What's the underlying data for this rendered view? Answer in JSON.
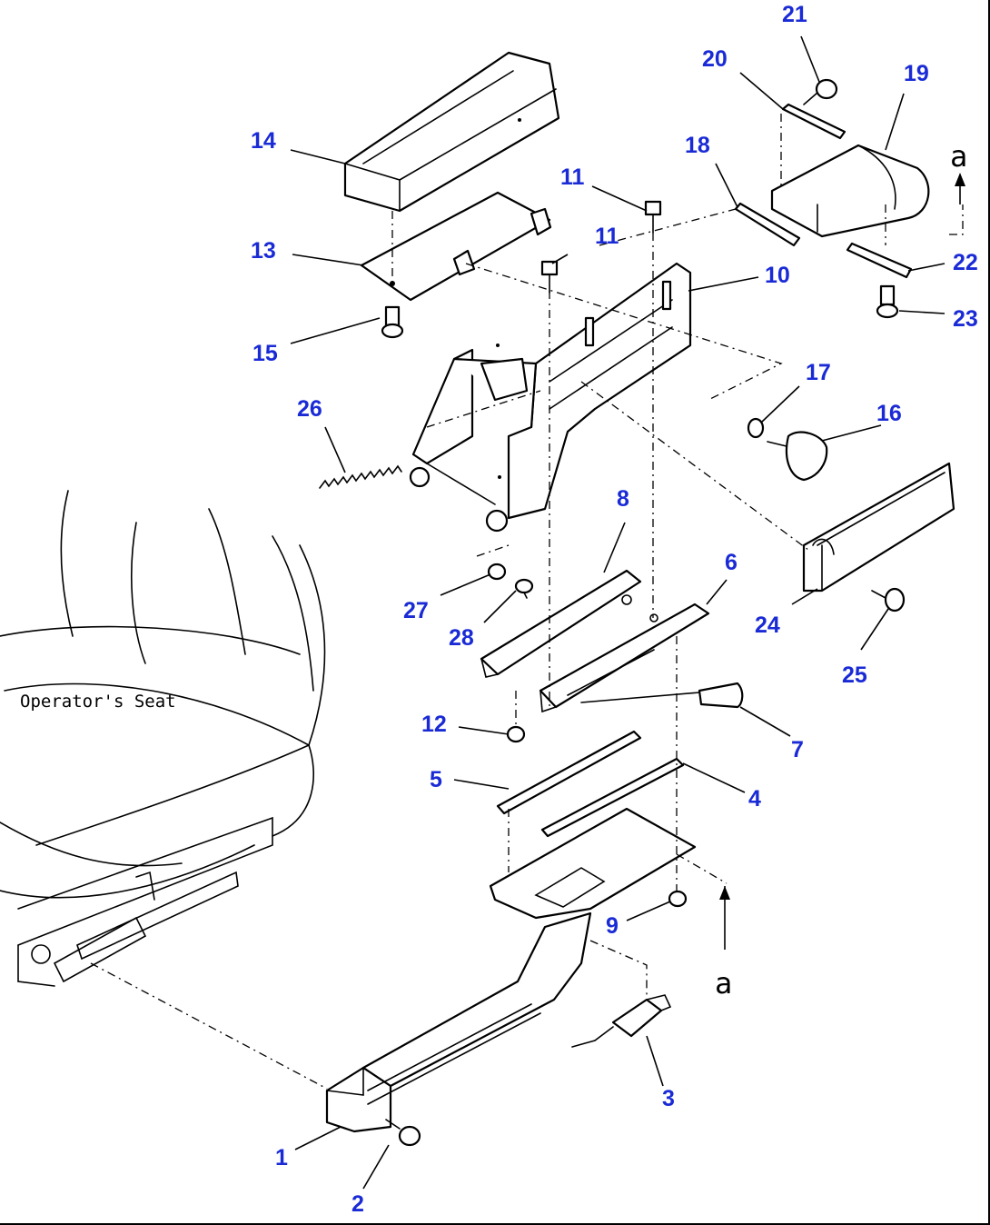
{
  "diagram": {
    "seat_label": "Operator's Seat",
    "section_marker": "a",
    "callouts": {
      "c1": "1",
      "c2": "2",
      "c3": "3",
      "c4": "4",
      "c5": "5",
      "c6": "6",
      "c7": "7",
      "c8": "8",
      "c9": "9",
      "c10": "10",
      "c11a": "11",
      "c11b": "11",
      "c12": "12",
      "c13": "13",
      "c14": "14",
      "c15": "15",
      "c16": "16",
      "c17": "17",
      "c18": "18",
      "c19": "19",
      "c20": "20",
      "c21": "21",
      "c22": "22",
      "c23": "23",
      "c24": "24",
      "c25": "25",
      "c26": "26",
      "c27": "27",
      "c28": "28"
    }
  }
}
